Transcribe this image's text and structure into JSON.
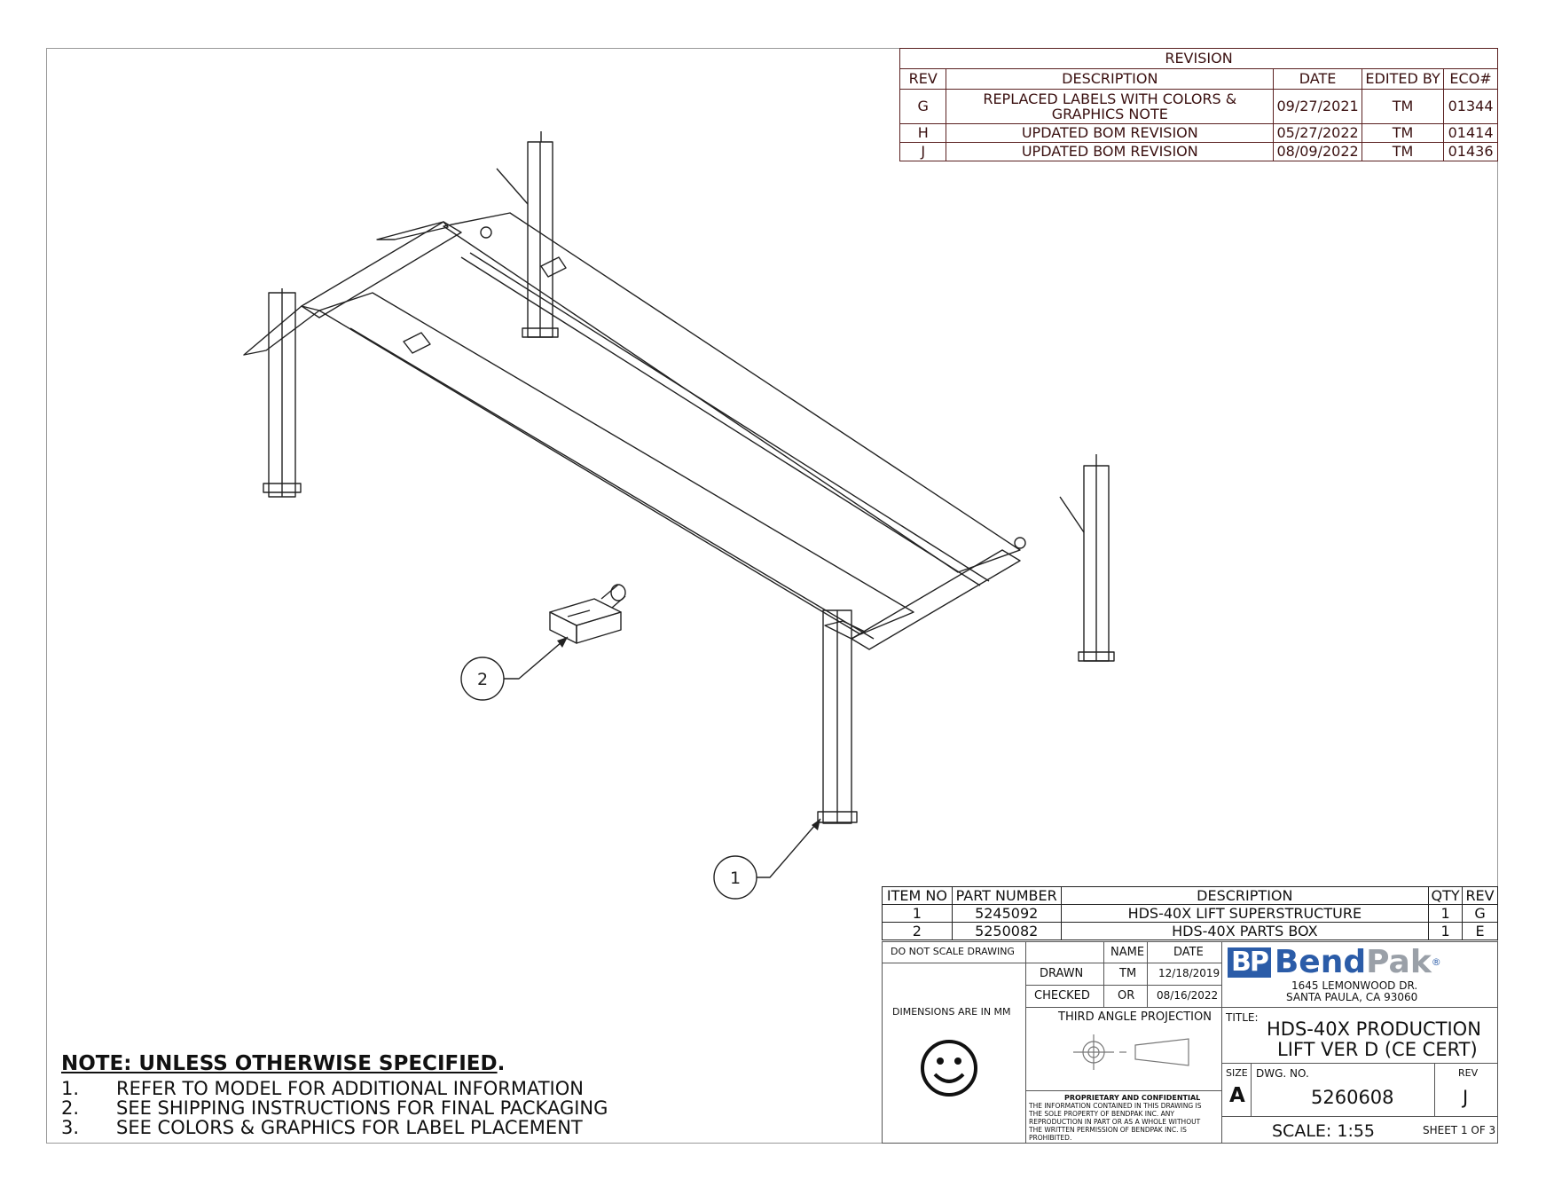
{
  "revision_table": {
    "title": "REVISION",
    "headers": [
      "REV",
      "DESCRIPTION",
      "DATE",
      "EDITED BY",
      "ECO#"
    ],
    "rows": [
      {
        "rev": "G",
        "description_line1": "REPLACED LABELS WITH COLORS &",
        "description_line2": "GRAPHICS NOTE",
        "date": "09/27/2021",
        "edited_by": "TM",
        "eco": "01344"
      },
      {
        "rev": "H",
        "description_line1": "UPDATED BOM REVISION",
        "description_line2": "",
        "date": "05/27/2022",
        "edited_by": "TM",
        "eco": "01414"
      },
      {
        "rev": "J",
        "description_line1": "UPDATED BOM REVISION",
        "description_line2": "",
        "date": "08/09/2022",
        "edited_by": "TM",
        "eco": "01436"
      }
    ]
  },
  "balloons": {
    "item1": "1",
    "item2": "2"
  },
  "bom": {
    "headers": [
      "ITEM NO",
      "PART NUMBER",
      "DESCRIPTION",
      "QTY",
      "REV"
    ],
    "rows": [
      {
        "item": "1",
        "part": "5245092",
        "description": "HDS-40X LIFT SUPERSTRUCTURE",
        "qty": "1",
        "rev": "G"
      },
      {
        "item": "2",
        "part": "5250082",
        "description": "HDS-40X PARTS BOX",
        "qty": "1",
        "rev": "E"
      }
    ]
  },
  "title_block": {
    "do_not_scale": "DO NOT SCALE DRAWING",
    "dimensions": "DIMENSIONS ARE IN MM",
    "name_header": "NAME",
    "date_header": "DATE",
    "drawn_label": "DRAWN",
    "drawn_name": "TM",
    "drawn_date": "12/18/2019",
    "checked_label": "CHECKED",
    "checked_name": "OR",
    "checked_date": "08/16/2022",
    "projection": "THIRD ANGLE PROJECTION",
    "proprietary_title": "PROPRIETARY AND CONFIDENTIAL",
    "proprietary_l1": "THE INFORMATION CONTAINED IN THIS DRAWING IS",
    "proprietary_l2": "THE SOLE PROPERTY OF BENDPAK INC. ANY",
    "proprietary_l3": "REPRODUCTION IN PART OR AS A WHOLE WITHOUT",
    "proprietary_l4": "THE WRITTEN PERMISSION OF BENDPAK INC. IS",
    "proprietary_l5": "PROHIBITED.",
    "logo_mark": "BP",
    "logo_bend": "Bend",
    "logo_pak": "Pak",
    "logo_reg": "®",
    "address_l1": "1645 LEMONWOOD DR.",
    "address_l2": "SANTA PAULA, CA 93060",
    "title_label": "TITLE:",
    "title_l1": "HDS-40X PRODUCTION",
    "title_l2": "LIFT VER D (CE CERT)",
    "size_label": "SIZE",
    "size": "A",
    "dwg_label": "DWG.  NO.",
    "dwg_no": "5260608",
    "rev_label": "REV",
    "rev": "J",
    "scale": "SCALE: 1:55",
    "sheet": "SHEET 1 OF 3"
  },
  "notes": {
    "heading": "NOTE: UNLESS OTHERWISE SPECIFIED",
    "heading_period": ".",
    "items": [
      {
        "num": "1.",
        "text": "REFER TO MODEL FOR ADDITIONAL INFORMATION"
      },
      {
        "num": "2.",
        "text": "SEE SHIPPING INSTRUCTIONS FOR FINAL PACKAGING"
      },
      {
        "num": "3.",
        "text": "SEE COLORS & GRAPHICS FOR LABEL PLACEMENT"
      }
    ]
  },
  "colors": {
    "logo_blue": "#2b5ca8",
    "logo_grey": "#9aa0a8",
    "rev_text": "#3a1010"
  }
}
